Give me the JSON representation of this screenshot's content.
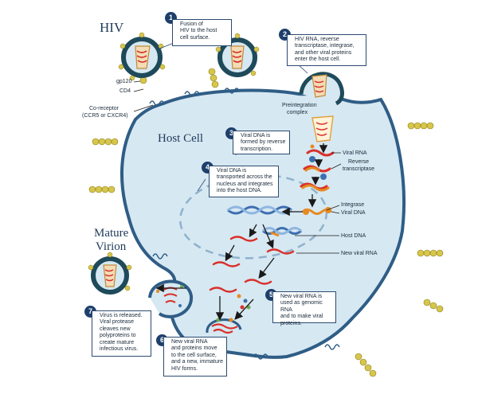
{
  "titles": {
    "hiv": "HIV",
    "host_cell": "Host Cell",
    "mature_virion_line1": "Mature",
    "mature_virion_line2": "Virion"
  },
  "labels": {
    "gp120": "gp120",
    "cd4": "CD4",
    "coreceptor_line1": "Co-receptor",
    "coreceptor_line2": "(CCR5 or CXCR4)",
    "preintegration_line1": "Preintegration",
    "preintegration_line2": "complex",
    "viral_rna": "Viral RNA",
    "reverse_transcriptase_line1": "Reverse",
    "reverse_transcriptase_line2": "transcriptase",
    "integrase": "Integrase",
    "viral_dna": "Viral DNA",
    "host_dna": "Host DNA",
    "new_viral_rna": "New viral RNA"
  },
  "steps": [
    {
      "number": "1",
      "text_lines": [
        "Fusion of",
        "HIV to the host",
        "cell surface."
      ]
    },
    {
      "number": "2",
      "text_lines": [
        "HIV RNA, reverse",
        "transcriptase, integrase,",
        "and other viral proteins",
        "enter the host cell."
      ]
    },
    {
      "number": "3",
      "text_lines": [
        "Viral DNA is",
        "formed by reverse",
        "transcription."
      ]
    },
    {
      "number": "4",
      "text_lines": [
        "Viral DNA is",
        "transported across the",
        "nucleus and integrates",
        "into the host DNA."
      ]
    },
    {
      "number": "5",
      "text_lines": [
        "New viral RNA is",
        "used as genomic RNA",
        "and to make viral",
        "proteins."
      ]
    },
    {
      "number": "6",
      "text_lines": [
        "New viral RNA",
        "and proteins move",
        "to the cell surface,",
        "and a new, immature",
        "HIV forms."
      ]
    },
    {
      "number": "7",
      "text_lines": [
        "Virus is released.",
        "Viral protease",
        "cleaves new",
        "polyproteins to",
        "create mature",
        "infectious virus."
      ]
    }
  ],
  "colors": {
    "cell_fill": "#d6e8f2",
    "membrane": "#2f5d86",
    "virus_capsid": "#1e4a5a",
    "virus_core": "#f3dcb6",
    "rna": "#d9302a",
    "dna_blue": "#3d6fb0",
    "enzyme_orange": "#e68a22",
    "receptor_yellow": "#d7c64a",
    "badge": "#1e3f6b"
  }
}
